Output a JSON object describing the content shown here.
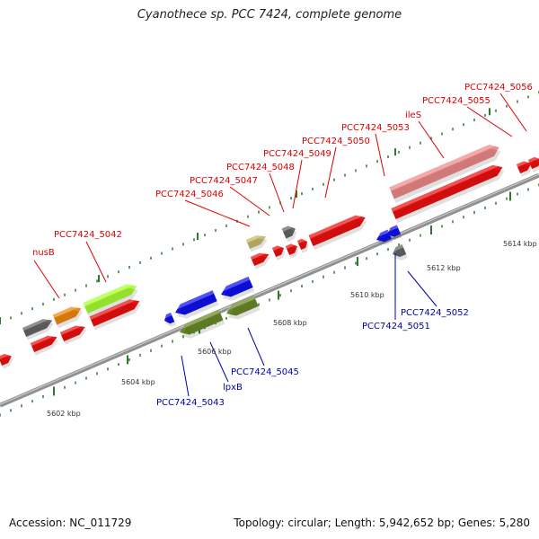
{
  "title": "Cyanothece sp. PCC 7424, complete genome",
  "footer": {
    "accession": "Accession: NC_011729",
    "summary": "Topology: circular; Length: 5,942,652 bp; Genes: 5,280"
  },
  "colors": {
    "forward_label": "#dd0000",
    "reverse_label": "#0000aa",
    "backbone": "#909090",
    "tick": "#2a7a2a"
  },
  "scale_labels": [
    "5602 kbp",
    "5604 kbp",
    "5606 kbp",
    "5608 kbp",
    "5610 kbp",
    "5612 kbp",
    "5614 kbp"
  ],
  "genes_forward": [
    "nusB",
    "PCC7424_5042",
    "PCC7424_5046",
    "PCC7424_5047",
    "PCC7424_5048",
    "PCC7424_5049",
    "PCC7424_5050",
    "PCC7424_5053",
    "ileS",
    "PCC7424_5055",
    "PCC7424_5056"
  ],
  "genes_reverse": [
    "PCC7424_5043",
    "lpxB",
    "PCC7424_5045",
    "PCC7424_5051",
    "PCC7424_5052"
  ]
}
